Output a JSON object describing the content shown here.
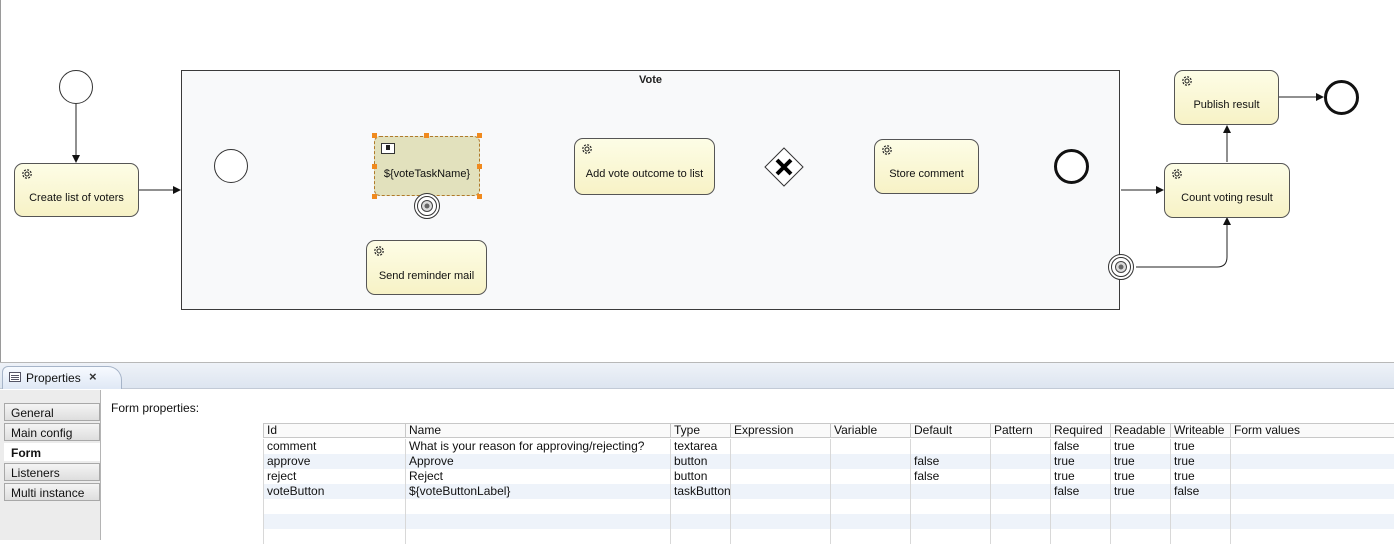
{
  "diagram": {
    "subprocess_title": "Vote",
    "tasks": {
      "create_voters": "Create list of voters",
      "vote_task": "${voteTaskName}",
      "send_reminder": "Send reminder mail",
      "add_outcome": "Add vote outcome to list",
      "store_comment": "Store comment",
      "count_result": "Count voting result",
      "publish_result": "Publish result"
    }
  },
  "panel": {
    "tab_label": "Properties",
    "side_items": [
      "General",
      "Main config",
      "Form",
      "Listeners",
      "Multi instance"
    ],
    "selected_item": "Form",
    "form_label": "Form properties:",
    "columns": [
      "Id",
      "Name",
      "Type",
      "Expression",
      "Variable",
      "Default",
      "Pattern",
      "Required",
      "Readable",
      "Writeable",
      "Form values"
    ],
    "rows": [
      [
        "comment",
        "What is your reason for approving/rejecting?",
        "textarea",
        "",
        "",
        "",
        "",
        "false",
        "true",
        "true",
        ""
      ],
      [
        "approve",
        "Approve",
        "button",
        "",
        "",
        "false",
        "",
        "true",
        "true",
        "true",
        ""
      ],
      [
        "reject",
        "Reject",
        "button",
        "",
        "",
        "false",
        "",
        "true",
        "true",
        "true",
        ""
      ],
      [
        "voteButton",
        "${voteButtonLabel}",
        "taskButton",
        "",
        "",
        "",
        "",
        "false",
        "true",
        "false",
        ""
      ]
    ]
  }
}
